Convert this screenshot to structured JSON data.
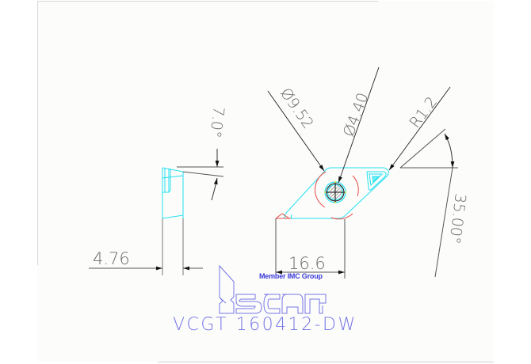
{
  "drawing": {
    "colors": {
      "background": "#fcfdfb",
      "dimension_line": "#555555",
      "insert_outline": "#22e0f0",
      "arc_red": "#e84848",
      "logo_blue": "#7777e6",
      "member_text": "#3a3ad8"
    },
    "side_view": {
      "thickness_label": "4.76",
      "clearance_angle_label": "7.0°"
    },
    "top_view": {
      "inscribed_circle_label": "Ø9.52",
      "hole_diameter_label": "Ø4.40",
      "corner_radius_label": "R1.2",
      "edge_length_label": "16.6",
      "included_angle_label": "35.00°"
    },
    "logo": {
      "brand": "iscar",
      "tagline": "Member IMC Group"
    },
    "part_number": "VCGT 160412-DW"
  }
}
